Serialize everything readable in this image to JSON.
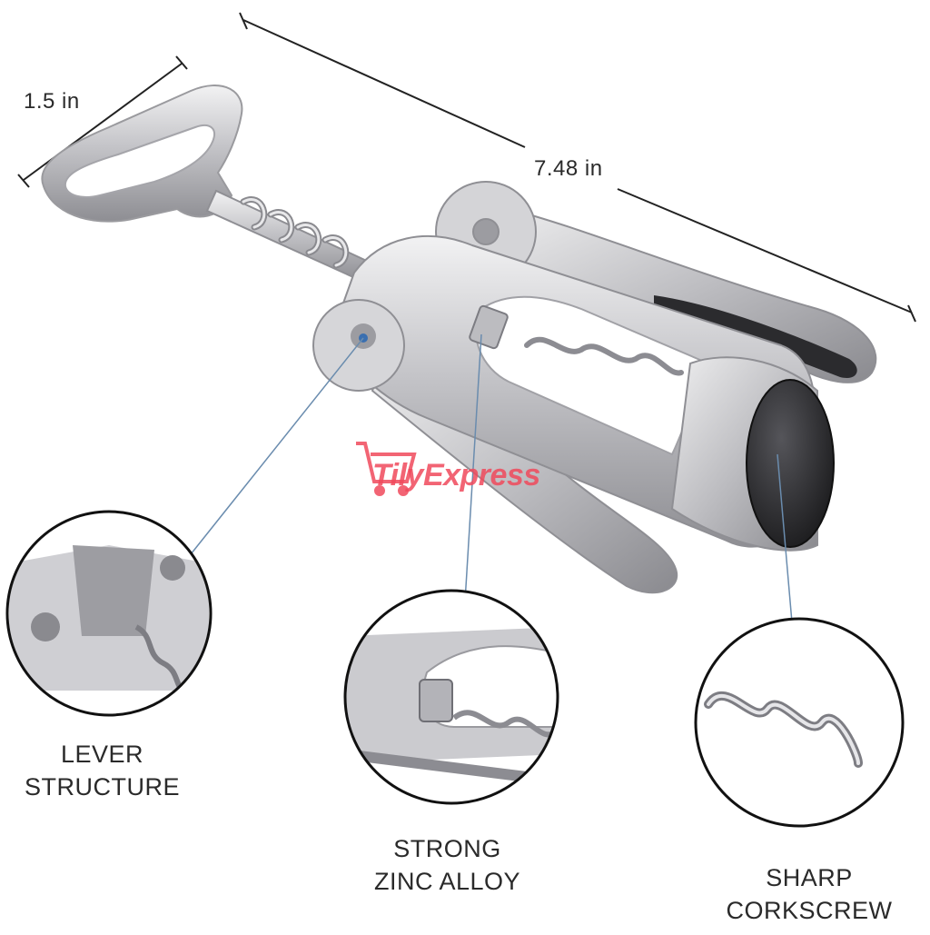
{
  "dimensions": {
    "width_label": "1.5 in",
    "length_label": "7.48 in"
  },
  "callouts": {
    "lever": {
      "line1": "LEVER",
      "line2": "STRUCTURE"
    },
    "alloy": {
      "line1": "STRONG",
      "line2": "ZINC ALLOY"
    },
    "corkscrew": {
      "line1": "SHARP",
      "line2": "CORKSCREW"
    }
  },
  "watermark": {
    "text": "TilyExpress",
    "color": "#f04a5c"
  },
  "colors": {
    "metal": "#c9c9cc",
    "dark": "#2b2b2e",
    "line": "#222222",
    "leader": "#6a8cae"
  }
}
